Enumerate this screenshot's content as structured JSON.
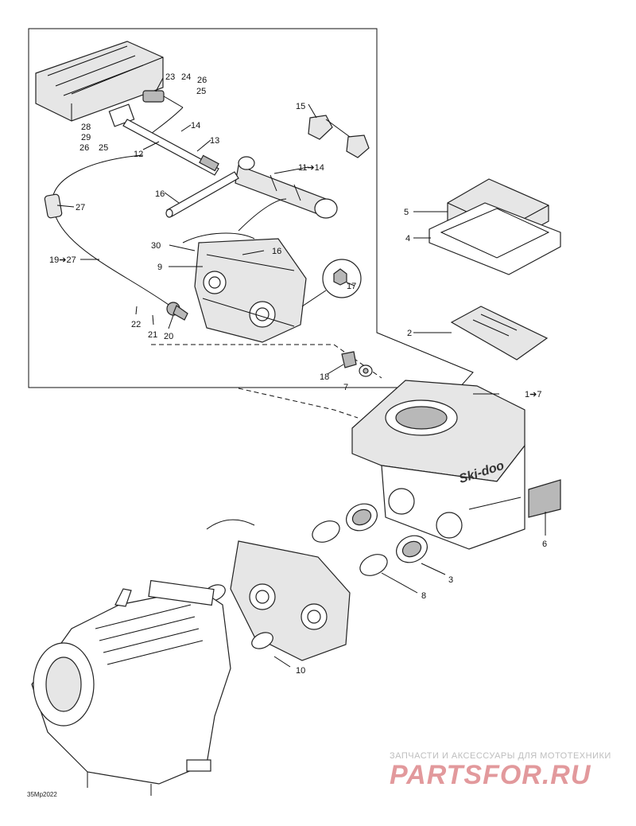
{
  "diagram": {
    "code": "35Mp2022",
    "callouts": {
      "c1_7": "1➔7",
      "c2": "2",
      "c3": "3",
      "c4": "4",
      "c5": "5",
      "c6": "6",
      "c7": "7",
      "c8": "8",
      "c9": "9",
      "c10": "10",
      "c11_14": "11➔14",
      "c12": "12",
      "c13": "13",
      "c14": "14",
      "c15": "15",
      "c16a": "16",
      "c16b": "16",
      "c17": "17",
      "c18": "18",
      "c19_27": "19➔27",
      "c20": "20",
      "c21": "21",
      "c22": "22",
      "c23": "23",
      "c24": "24",
      "c25a": "25",
      "c25b": "25",
      "c26a": "26",
      "c26b": "26",
      "c27": "27",
      "c28": "28",
      "c29": "29",
      "c30": "30"
    },
    "silencer_brand": "Ski-doo"
  },
  "watermark": {
    "top": "ЗАПЧАСТИ И АКСЕССУАРЫ ДЛЯ МОТОТЕХНИКИ",
    "main": "PARTSFOR.RU"
  }
}
